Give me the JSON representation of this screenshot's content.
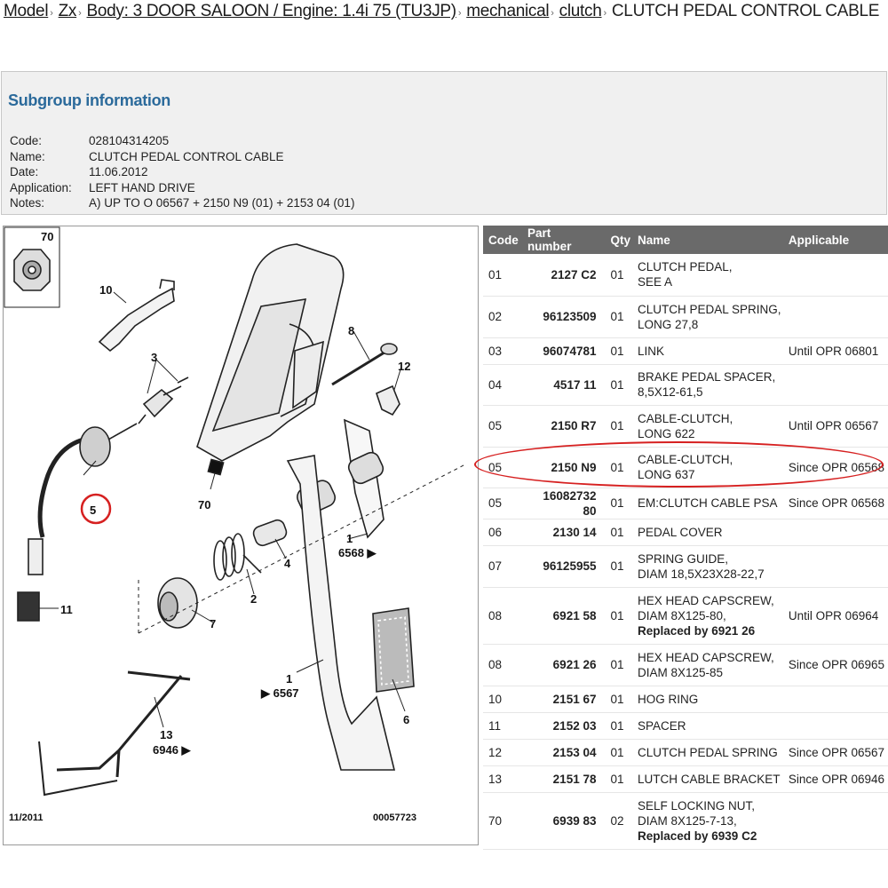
{
  "breadcrumb": {
    "items": [
      "Model",
      "Zx",
      "Body: 3 DOOR SALOON / Engine: 1.4i 75 (TU3JP)",
      "mechanical",
      "clutch"
    ],
    "current": "CLUTCH PEDAL CONTROL CABLE"
  },
  "subgroup": {
    "title": "Subgroup information",
    "fields": [
      {
        "label": "Code:",
        "value": "028104314205"
      },
      {
        "label": "Name:",
        "value": "CLUTCH PEDAL CONTROL CABLE"
      },
      {
        "label": "Date:",
        "value": "11.06.2012"
      },
      {
        "label": "Application:",
        "value": "LEFT HAND DRIVE"
      },
      {
        "label": "Notes:",
        "value": "A) UP TO O 06567 + 2150 N9 (01) + 2153 04 (01)"
      }
    ]
  },
  "diagram": {
    "labels": {
      "n70_top": "70",
      "n10": "10",
      "n3": "3",
      "n8": "8",
      "n12": "12",
      "n5": "5",
      "n70_mid": "70",
      "n1_right": "1",
      "r6568": "6568 ▶",
      "n4": "4",
      "n2": "2",
      "n7": "7",
      "n11": "11",
      "n1_left": "1",
      "r6567": "▶ 6567",
      "n6": "6",
      "n13": "13",
      "r6946": "6946 ▶"
    },
    "date_stamp": "11/2011",
    "ref_number": "00057723"
  },
  "table": {
    "headers": {
      "code": "Code",
      "part": "Part number",
      "qty": "Qty",
      "name": "Name",
      "applicable": "Applicable"
    },
    "rows": [
      {
        "code": "01",
        "part": "2127 C2",
        "qty": "01",
        "name": [
          "CLUTCH PEDAL,",
          "SEE A"
        ],
        "applicable": "",
        "h": 47
      },
      {
        "code": "02",
        "part": "96123509",
        "qty": "01",
        "name": [
          "CLUTCH PEDAL SPRING,",
          "LONG 27,8"
        ],
        "applicable": "",
        "h": 47
      },
      {
        "code": "03",
        "part": "96074781",
        "qty": "01",
        "name": [
          "LINK"
        ],
        "applicable": "Until OPR 06801",
        "h": 30
      },
      {
        "code": "04",
        "part": "4517 11",
        "qty": "01",
        "name": [
          "BRAKE PEDAL SPACER,",
          "8,5X12-61,5"
        ],
        "applicable": "",
        "h": 46
      },
      {
        "code": "05",
        "part": "2150 R7",
        "qty": "01",
        "name": [
          "CABLE-CLUTCH,",
          "LONG 622"
        ],
        "applicable": "Until OPR 06567",
        "h": 47
      },
      {
        "code": "05",
        "part": "2150 N9",
        "qty": "01",
        "name": [
          "CABLE-CLUTCH,",
          "LONG 637"
        ],
        "applicable": "Since OPR 06568",
        "h": 46
      },
      {
        "code": "05",
        "part": "16082732 80",
        "qty": "01",
        "name": [
          "EM:CLUTCH CABLE PSA"
        ],
        "applicable": "Since OPR 06568",
        "h": 30
      },
      {
        "code": "06",
        "part": "2130 14",
        "qty": "01",
        "name": [
          "PEDAL COVER"
        ],
        "applicable": "",
        "h": 30
      },
      {
        "code": "07",
        "part": "96125955",
        "qty": "01",
        "name": [
          "SPRING GUIDE,",
          "DIAM 18,5X23X28-22,7"
        ],
        "applicable": "",
        "h": 47
      },
      {
        "code": "08",
        "part": "6921 58",
        "qty": "01",
        "name": [
          "HEX HEAD CAPSCREW,",
          "DIAM 8X125-80,"
        ],
        "note": "Replaced by 6921 26",
        "applicable": "Until OPR 06964",
        "h": 64
      },
      {
        "code": "08",
        "part": "6921 26",
        "qty": "01",
        "name": [
          "HEX HEAD CAPSCREW,",
          "DIAM 8X125-85"
        ],
        "applicable": "Since OPR 06965",
        "h": 47
      },
      {
        "code": "10",
        "part": "2151 67",
        "qty": "01",
        "name": [
          "HOG RING"
        ],
        "applicable": "",
        "h": 30
      },
      {
        "code": "11",
        "part": "2152 03",
        "qty": "01",
        "name": [
          "SPACER"
        ],
        "applicable": "",
        "h": 30
      },
      {
        "code": "12",
        "part": "2153 04",
        "qty": "01",
        "name": [
          "CLUTCH PEDAL SPRING"
        ],
        "applicable": "Since OPR 06567",
        "h": 30
      },
      {
        "code": "13",
        "part": "2151 78",
        "qty": "01",
        "name": [
          "LUTCH CABLE BRACKET"
        ],
        "applicable": "Since OPR 06946",
        "h": 30
      },
      {
        "code": "70",
        "part": "6939 83",
        "qty": "02",
        "name": [
          "SELF LOCKING NUT,",
          "DIAM 8X125-7-13,"
        ],
        "note": "Replaced by 6939 C2",
        "applicable": "",
        "h": 64
      }
    ]
  },
  "colors": {
    "accent_title": "#2b6a9b",
    "header_bg": "#6a6a6a",
    "highlight": "#d62020"
  },
  "icons": [
    "separator-chevron-icon"
  ]
}
